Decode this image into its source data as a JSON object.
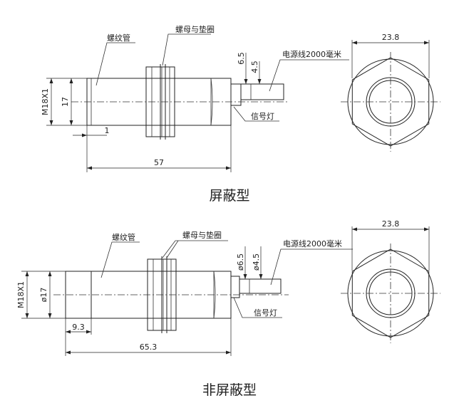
{
  "shielded": {
    "caption": "屏蔽型",
    "label_tube": "螺纹管",
    "label_nut": "螺母与垫圈",
    "label_cable": "电源线2000毫米",
    "label_led": "信号灯",
    "dim_thread": "M18X1",
    "dim_body": "17",
    "dim_offset": "1",
    "dim_length": "57",
    "dim_cable_outer": "6.5",
    "dim_cable_inner": "4.5",
    "dim_hex": "23.8"
  },
  "unshielded": {
    "caption": "非屏蔽型",
    "label_tube": "螺纹管",
    "label_nut": "螺母与垫圈",
    "label_cable": "电源线2000毫米",
    "label_led": "信号灯",
    "dim_thread": "M18X1",
    "dim_body": "ø17",
    "dim_offset": "9.3",
    "dim_length": "65.3",
    "dim_cable_outer": "ø6.5",
    "dim_cable_inner": "ø4.5",
    "dim_hex": "23.8"
  }
}
